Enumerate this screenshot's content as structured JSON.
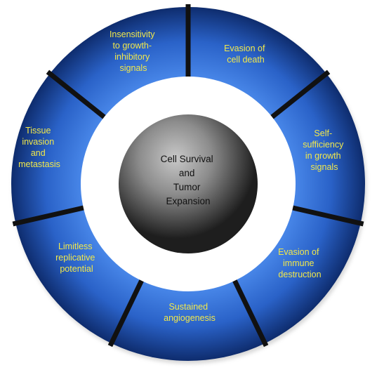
{
  "diagram": {
    "center": {
      "lines": [
        "Cell Survival",
        "and",
        "Tumor",
        "Expansion"
      ]
    },
    "segments": [
      {
        "id": "evasion-cell-death",
        "lines": [
          "Evasion of",
          "cell death"
        ]
      },
      {
        "id": "self-sufficiency",
        "lines": [
          "Self-",
          "sufficiency",
          "in growth",
          "signals"
        ]
      },
      {
        "id": "evasion-immune",
        "lines": [
          "Evasion of",
          "immune",
          "destruction"
        ]
      },
      {
        "id": "angiogenesis",
        "lines": [
          "Sustained",
          "angiogenesis"
        ]
      },
      {
        "id": "replicative",
        "lines": [
          "Limitless",
          "replicative",
          "potential"
        ]
      },
      {
        "id": "invasion",
        "lines": [
          "Tissue",
          "invasion",
          "and",
          "metastasis"
        ]
      },
      {
        "id": "insensitivity",
        "lines": [
          "Insensitivity",
          "to growth-",
          "inhibitory",
          "signals"
        ]
      }
    ],
    "colors": {
      "ring_light": "#4f8ff0",
      "ring_mid": "#2a62c8",
      "ring_dark": "#0d2a6a",
      "label_text": "#f2e84a",
      "divider": "#111111",
      "center_light": "#c8c8c8",
      "center_dark": "#1e1e1e"
    }
  }
}
